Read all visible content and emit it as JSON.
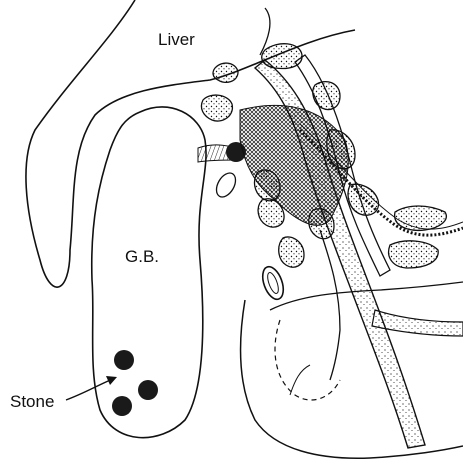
{
  "labels": {
    "liver": "Liver",
    "gallbladder": "G.B.",
    "stone": "Stone"
  },
  "colors": {
    "ink": "#111111",
    "stone_fill": "#1a1a1a",
    "background": "#ffffff"
  },
  "stone_count": 3
}
